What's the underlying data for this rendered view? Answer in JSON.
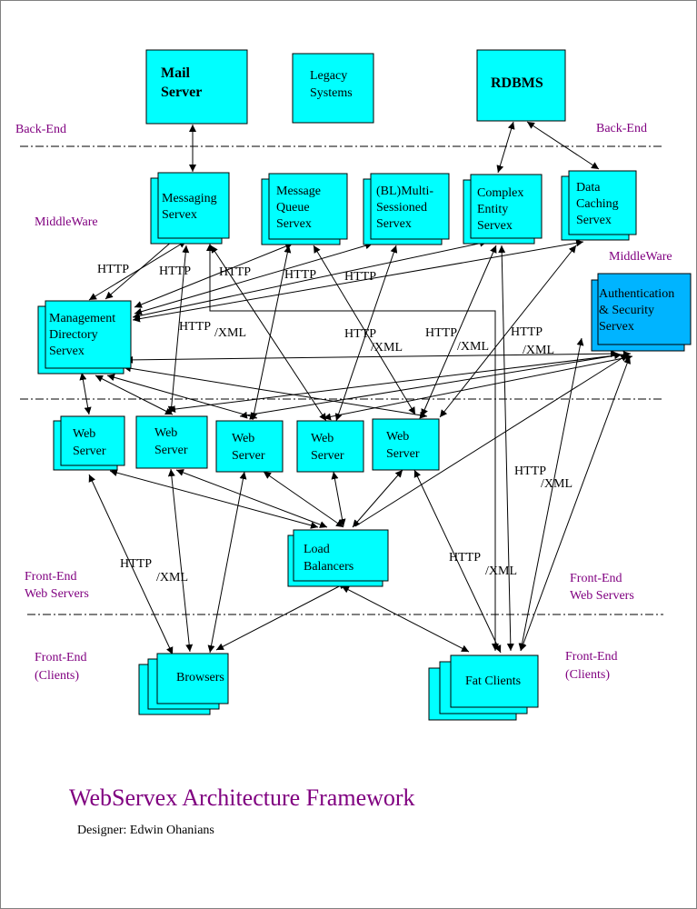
{
  "title": "WebServex Architecture Framework",
  "designer": "Designer: Edwin Ohanians",
  "colors": {
    "node": "#00ffff",
    "node_highlight": "#00b4ff",
    "tier_label": "#800080",
    "title": "#800080"
  },
  "tiers": {
    "backend": "Back-End",
    "middleware": "MiddleWare",
    "frontend_web": [
      "Front-End",
      "Web Servers"
    ],
    "frontend_clients": [
      "Front-End",
      "(Clients)"
    ]
  },
  "nodes": {
    "mail": [
      "Mail",
      "Server"
    ],
    "legacy": [
      "Legacy",
      "Systems"
    ],
    "rdbms": [
      "RDBMS"
    ],
    "messaging": [
      "Messaging",
      "Servex"
    ],
    "mqueue": [
      "Message",
      "Queue",
      "Servex"
    ],
    "blmulti": [
      "(BL)Multi-",
      "Sessioned",
      "Servex"
    ],
    "complex": [
      "Complex",
      "Entity",
      "Servex"
    ],
    "caching": [
      "Data",
      "Caching",
      "Servex"
    ],
    "mgmt": [
      "Management",
      "Directory",
      "Servex"
    ],
    "auth": [
      "Authentication",
      "& Security",
      "Servex"
    ],
    "web": [
      "Web",
      "Server"
    ],
    "lb": [
      "Load",
      "Balancers"
    ],
    "browsers": [
      "Browsers"
    ],
    "fat": [
      "Fat Clients"
    ]
  },
  "protocols": {
    "http": "HTTP",
    "xml": "/XML"
  }
}
